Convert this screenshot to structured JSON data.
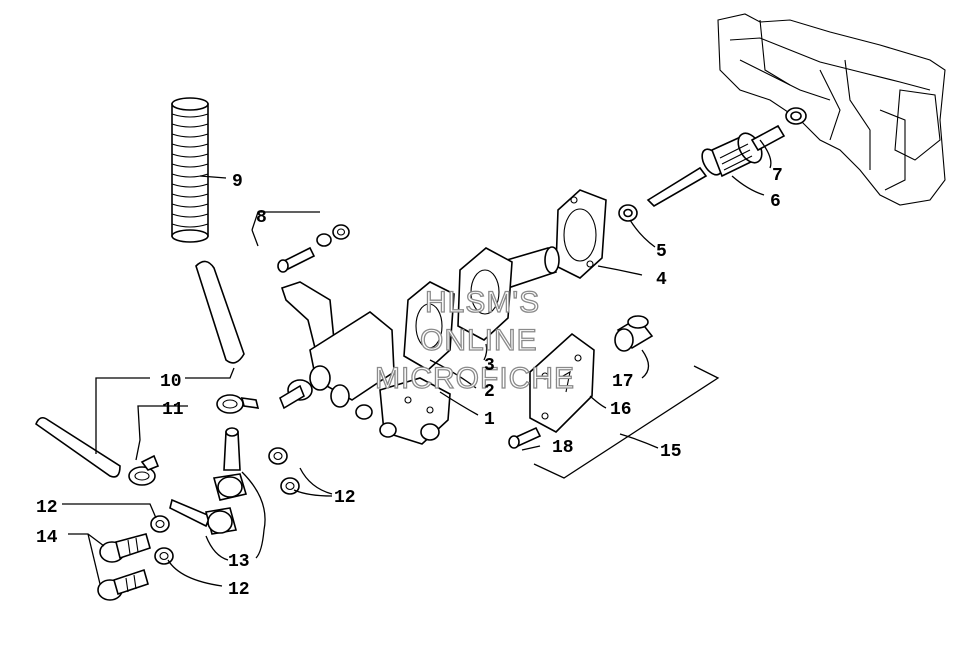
{
  "diagram": {
    "callouts": {
      "c1": "1",
      "c2": "2",
      "c3": "3",
      "c4": "4",
      "c5": "5",
      "c6": "6",
      "c7": "7",
      "c8": "8",
      "c9": "9",
      "c10": "10",
      "c11": "11",
      "c12a": "12",
      "c12b": "12",
      "c12c": "12",
      "c13": "13",
      "c14": "14",
      "c15": "15",
      "c16": "16",
      "c17": "17",
      "c18": "18"
    },
    "watermark": {
      "line1": "HLSM'S",
      "line2": "ONLINE",
      "line3": "MICROFICHE"
    }
  }
}
